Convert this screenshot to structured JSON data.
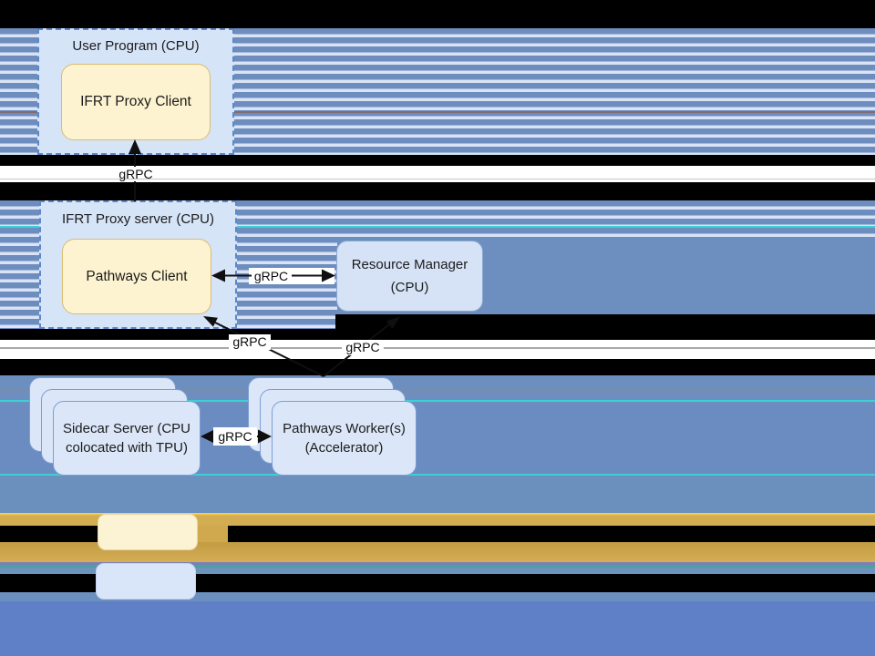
{
  "diagram": {
    "user_program": {
      "title": "User Program (CPU)",
      "inner_box": "IFRT Proxy Client"
    },
    "proxy_server": {
      "title": "IFRT Proxy server (CPU)",
      "inner_box": "Pathways Client"
    },
    "resource_manager": {
      "line1": "Resource Manager",
      "line2": "(CPU)"
    },
    "sidecar_server": {
      "line1": "Sidecar Server (CPU",
      "line2": "colocated with TPU)"
    },
    "pathways_workers": {
      "line1": "Pathways Worker(s)",
      "line2": "(Accelerator)"
    },
    "connections": {
      "proxy_client_grpc": "gRPC",
      "client_resource_grpc": "gRPC",
      "worker_client_grpc": "gRPC",
      "worker_resource_grpc": "gRPC",
      "sidecar_worker_grpc": "gRPC"
    }
  },
  "legend": {
    "yellow_swatch_color": "#fcf3d5",
    "blue_swatch_color": "#d9e6fa"
  },
  "colors": {
    "stripe_blue": "#6d8dbe",
    "stripe_light": "#d9e3f5",
    "container_fill": "#d6e4f8",
    "container_border": "#5d88c8",
    "yellow_box_fill": "#fdf3d0",
    "yellow_box_border": "#d8bc72",
    "blue_box_fill": "#dbe7f8",
    "blue_box_border": "#7c9ed2",
    "gold_band": "#d0a94f",
    "bright_yellow_line": "#f2d441",
    "periwinkle_bottom": "#5f80c7",
    "mid_blue": "#6c90bf",
    "arrow_color": "#0f0f0f"
  }
}
